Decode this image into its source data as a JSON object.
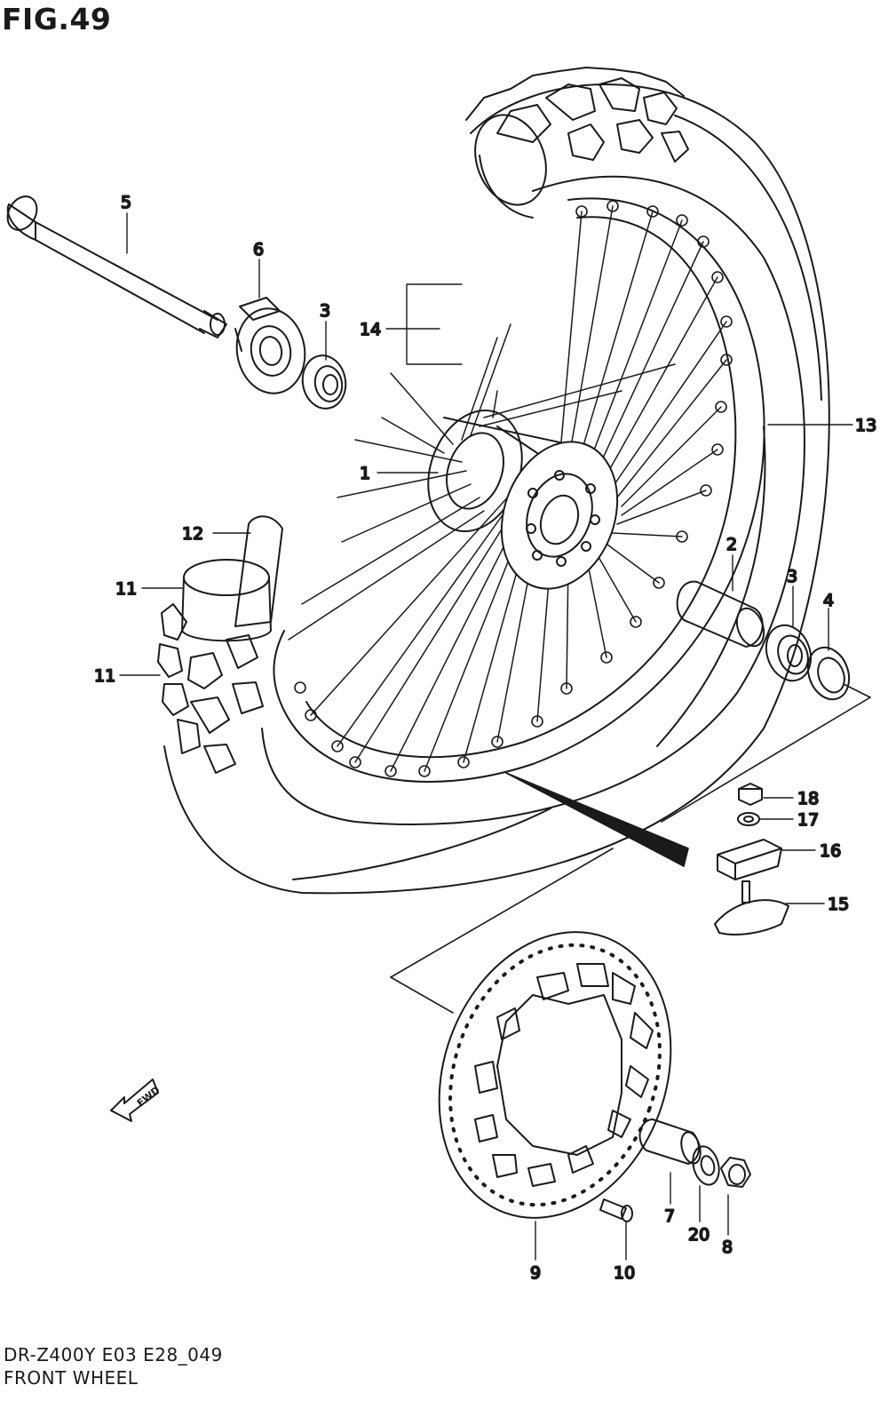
{
  "figure": {
    "title": "FIG.49"
  },
  "footer": {
    "model": "DR-Z400Y  E03  E28_049",
    "name": "FRONT WHEEL"
  },
  "direction_badge": "FWD",
  "callouts": [
    {
      "id": "p1",
      "label": "1"
    },
    {
      "id": "p2",
      "label": "2"
    },
    {
      "id": "p3a",
      "label": "3"
    },
    {
      "id": "p3b",
      "label": "3"
    },
    {
      "id": "p4",
      "label": "4"
    },
    {
      "id": "p5",
      "label": "5"
    },
    {
      "id": "p6",
      "label": "6"
    },
    {
      "id": "p7",
      "label": "7"
    },
    {
      "id": "p8",
      "label": "8"
    },
    {
      "id": "p9",
      "label": "9"
    },
    {
      "id": "p10",
      "label": "10"
    },
    {
      "id": "p11",
      "label": "11"
    },
    {
      "id": "p12",
      "label": "12"
    },
    {
      "id": "p13",
      "label": "13"
    },
    {
      "id": "p14",
      "label": "14"
    },
    {
      "id": "p15",
      "label": "15"
    },
    {
      "id": "p16",
      "label": "16"
    },
    {
      "id": "p17",
      "label": "17"
    },
    {
      "id": "p18",
      "label": "18"
    },
    {
      "id": "p19",
      "label": "19"
    },
    {
      "id": "p20",
      "label": "20"
    }
  ]
}
